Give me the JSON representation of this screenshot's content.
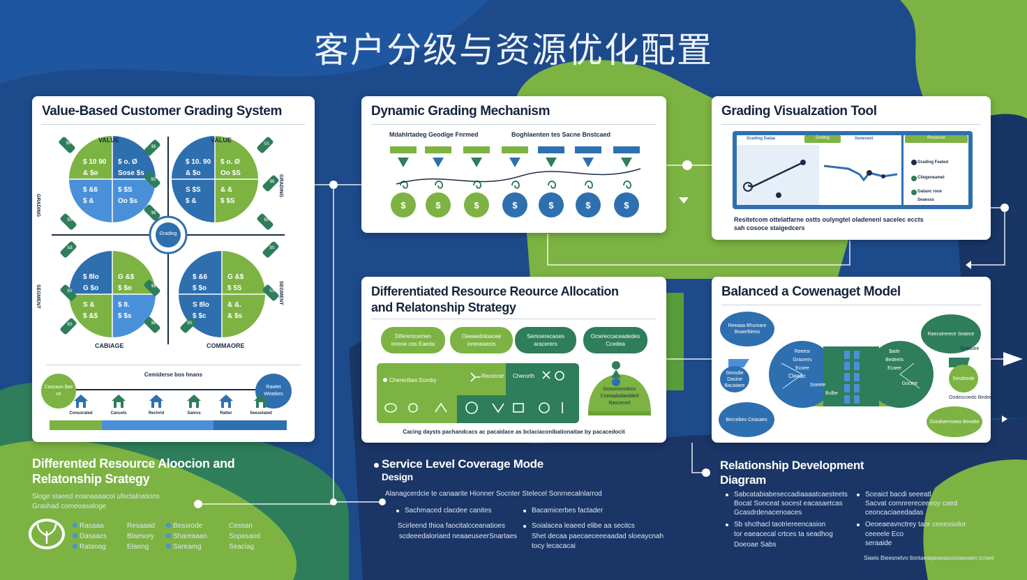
{
  "title": "客户分级与资源优化配置",
  "colors": {
    "navy": "#1d3f7a",
    "deep_navy": "#1a3566",
    "green": "#7cb342",
    "dark_green": "#2e7d5b",
    "blue": "#2e6fb0",
    "light_blue": "#4a90d9"
  },
  "card_grading": {
    "title": "Value-Based Customer Grading System",
    "label_top_left": "VALUE",
    "label_top_right": "VALUE",
    "label_bottom_left": "CABIAGE",
    "label_bottom_right": "COMMAORE",
    "side_left_top": "GRADING",
    "side_left_bottom": "SEGMENT",
    "side_right_top": "GRADING",
    "side_right_bottom": "SEGMENT",
    "center_badge": "Grading",
    "quadrants": [
      {
        "cells": [
          "$ 10 90",
          "$ o. Ø",
          "& $o",
          "Sose $s",
          "$ &6",
          "$ $S",
          "$ &",
          "Oo $s"
        ]
      },
      {
        "cells": [
          "$ 10. 90",
          "$ o. Ø",
          "& $o",
          "Oo $S",
          "S $S",
          "& &",
          "$ &",
          "$ $S"
        ]
      },
      {
        "cells": [
          "$ 8lo",
          "G &$",
          "G $o",
          "$ $o",
          "S &",
          "$ 8.",
          "$ &$",
          "$ $s"
        ]
      },
      {
        "cells": [
          "$ &6",
          "G &$",
          "$ $o",
          "$ 5S",
          "S 8lo",
          "& &.",
          "$ $c",
          "& $s"
        ]
      }
    ],
    "tags": [
      "$$",
      "$S",
      "$S",
      "$$",
      "$$",
      "SS",
      "$$",
      "$S",
      "&$",
      "$S",
      "$$",
      "$S",
      "$S",
      "SS",
      "$$",
      "$S"
    ],
    "footer_caption": "Cemiderse bos hnans",
    "footer_left_circle": "Cassaos $ae ce",
    "footer_right_circle": "Rawlet Weatbes",
    "footer_icons": [
      "Consorated",
      "Cancels",
      "Rechrid",
      "Samvs",
      "Ratter",
      "Seesolated"
    ]
  },
  "card_dynamic": {
    "title": "Dynamic Grading Mechanism",
    "sub_left": "Mdahlrtadeg Geodige Fnrmed",
    "sub_right": "Boghlaenten tes Sacne Bnstcaed"
  },
  "card_visual": {
    "title": "Grading Visualzation Tool",
    "screen_tabs": [
      "Grading Dataa",
      "Grating",
      "Seneceet",
      "Resource"
    ],
    "screen_side": [
      "Grading Feated",
      "Cliegeneamel",
      "Gatanc rooe",
      "Seaesss"
    ],
    "caption_line1": "Resitetcom ottelatfarne ostts oulyngtel oladenenl sacelec eccts",
    "caption_line2": "sah cosoce staigedcers"
  },
  "card_alloc": {
    "title_line1": "Differentiated Resource Reource Allocation",
    "title_line2": "and Relatonship Strategy",
    "pills": [
      {
        "line1": "Diferentcemen",
        "line2": "inreoe ces Eaeda"
      },
      {
        "line1": "Oeeaedoloacee",
        "line2": "ioreoeaecis"
      },
      {
        "line1": "Semoerecaoes",
        "line2": "aracerers"
      },
      {
        "line1": "Ocwreccaceadedes",
        "line2": "Ccedea"
      }
    ],
    "panel_row1_left": "Cherecibes Eomby",
    "panel_row1_mid": "Recorcer",
    "panel_row1_right": "Cherorth",
    "dome_line1": "Gosonsmoloos",
    "dome_line2": "Coeiaaladaedded",
    "dome_line3": "Rascecerl",
    "caption": "Cacing daysts pachandcacs ac pacaidace as bclaciaconibationaitae by pacacedocit"
  },
  "card_coverage": {
    "title": "Balanced a Cowenaget Model",
    "bubbles": [
      "Reeaaa Bhumare Boaerlbiess",
      "Seosdie Dasine Bacaiaee",
      "Becrebeo Ceasaes",
      "Raecsirerece Seaece",
      "Oodescoedo Bedeet",
      "Goodsemsaea Bovatte",
      "Sesdoede",
      "Grasuee"
    ],
    "hub_label": "Cleeac",
    "hub_items": [
      "Reeesr",
      "Grasrers",
      "Ecoee",
      "$ade",
      "Bedeets",
      "Ecaee",
      "Gocete",
      "Soeete",
      "Bulbe"
    ]
  },
  "section_left": {
    "title_line1": "Differented Resource Aloocion and",
    "title_line2": "Relatonship Srategy",
    "text_line1": "Sloge staeed eoanaaaacol ufoctalnations",
    "text_line2": "Grashad comeoasaloge",
    "list": [
      "Rasaaa",
      "Dasaacs",
      "Rataoag",
      "Resaaad",
      "Blaesory",
      "Elaeng",
      "Bessrode",
      "Shareaaan",
      "Sareamg",
      "Cessan",
      "Sopasaod",
      "Seaciag"
    ]
  },
  "section_mid": {
    "title_line1": "Service Level Coverage Mode",
    "title_line2": "Design",
    "intro": "Alanagcerdcie te canaarite Hionner Socnter Stelecel Sonrnecalnlarrod",
    "bullets": [
      "Sachmaced clacdee canites",
      "Bacamicerbes factader",
      "Scirleend thioa faocitalcceanatioes",
      "Soialacea leaeed elibe aa secitcs"
    ],
    "sub_lines": [
      "scdeeedaloriaed neaaeuseerSnartaes",
      "Shet decaa paecaeceeeaadad sloeaycnah",
      "tocy lecacacai"
    ]
  },
  "section_right": {
    "title_line1": "Relationship Development",
    "title_line2": "Diagram",
    "bullets_left": [
      "Sabcatabiabeseccadiaaaatcaesteets",
      "Bocat Sonceat socest eacasaetcas",
      "Gcasdrdenacenoaces",
      "Sb shcthacl taotriereencasion",
      "tor eaeacecal crtces ta seadhog",
      "Doeoae Sabs"
    ],
    "bullets_right": [
      "Sceaict bacdi seeeatl",
      "Sacvat comnrereceeeoy caed",
      "ceoncaciaeedadas",
      "Oeoeaeavnctrey taor ceeessolor",
      "ceeeele Eco",
      "seraaide"
    ],
    "footnote": "Siaeis Bieesnetvo tlontaeaipeseaassolaesaen tcrsee"
  }
}
